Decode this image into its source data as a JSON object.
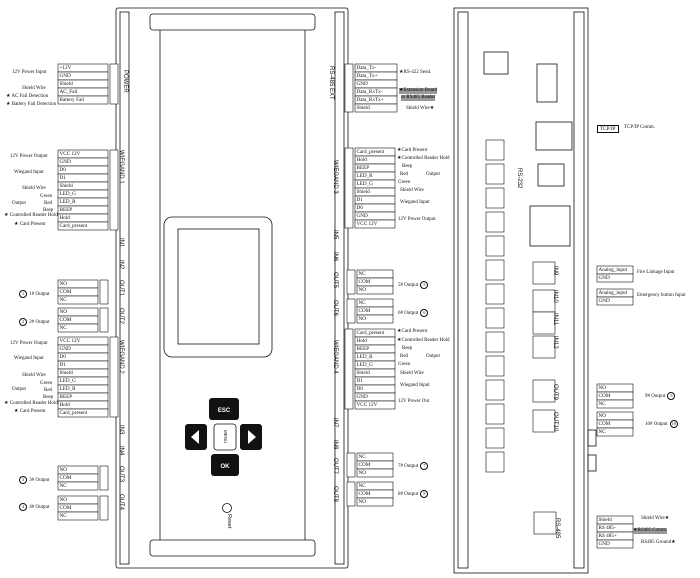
{
  "left_device": {
    "power_block": {
      "terminals": [
        "+12V",
        "GND",
        "Shield",
        "AC_Fail",
        "Battery Fail"
      ],
      "annotations": [
        "12V  Power Input",
        "Shield Wire",
        "AC Fail Detection",
        "Battery Fail Detection"
      ],
      "port_label": "POWER"
    },
    "wiegand1": {
      "terminals": [
        "VCC  12V",
        "GND",
        "D0",
        "D1",
        "Shield",
        "LED_G",
        "LED_R",
        "BEEP",
        "Hold",
        "Card_present"
      ],
      "annotations": [
        "12V  Power Output",
        "Wiegand Input",
        "Shield Wire",
        "Green",
        "Red",
        "Beep",
        "Output",
        "Controlled Reader Hold",
        "Card  Present"
      ],
      "port_label": "WIEGAND 1"
    },
    "in_labels": [
      "IN1",
      "IN2"
    ],
    "out1": {
      "terminals": [
        "NO",
        "COM",
        "NC"
      ],
      "num": "1",
      "annotation": "1# Output",
      "port_label": "OUT1"
    },
    "out2": {
      "terminals": [
        "NO",
        "COM",
        "NC"
      ],
      "num": "2",
      "annotation": "2# Output",
      "port_label": "OUT2"
    },
    "wiegand2": {
      "terminals": [
        "VCC  12V",
        "GND",
        "D0",
        "D1",
        "Shield",
        "LED_G",
        "LED_R",
        "BEEP",
        "Hold",
        "Card_present"
      ],
      "annotations": [
        "12V  Power Output",
        "Wiegand  Input",
        "Shield  Wire",
        "Green",
        "Red",
        "Beep",
        "Output",
        "Controlled Reader Hold",
        "Card   Present"
      ],
      "port_label": "WIEGAND 2"
    },
    "in_labels_b": [
      "IN3",
      "IN4"
    ],
    "out3": {
      "terminals": [
        "NO",
        "COM",
        "NC"
      ],
      "num": "3",
      "annotation": "3# Output",
      "port_label": "OUT3"
    },
    "out4": {
      "terminals": [
        "NO",
        "COM",
        "NC"
      ],
      "num": "4",
      "annotation": "4# Output",
      "port_label": "OUT4"
    },
    "right_side": {
      "rs485": {
        "terminals": [
          "Data_Tx-",
          "Data_Tx+",
          "GND",
          "Data_RxTx-",
          "Data_RxTx+",
          "Shield"
        ],
        "annotations": [
          "RS-422  Send.",
          "Extension Board",
          "or RS485 Reader",
          "Shield  Wire"
        ],
        "port_label": "RS-485  EXT"
      },
      "wiegand3": {
        "terminals": [
          "Card_present",
          "Hold",
          "BEEP",
          "LED_R",
          "LED_G",
          "Shield",
          "D1",
          "D0",
          "GND",
          "VCC  12V"
        ],
        "annotations": [
          "Card  Present",
          "Controlled Reader Hold",
          "Beep",
          "Red",
          "Green",
          "Output",
          "Shield  Wire",
          "Wiegand  Input",
          "12V  Power  Output"
        ],
        "port_label": "WIEGAND 3"
      },
      "in_labels": [
        "IN5",
        "IN6"
      ],
      "out5": {
        "terminals": [
          "NC",
          "COM",
          "NO"
        ],
        "num": "5",
        "annotation": "5# Output",
        "port_label": "OUT5"
      },
      "out6": {
        "terminals": [
          "NC",
          "COM",
          "NO"
        ],
        "num": "6",
        "annotation": "6# Output",
        "port_label": "OUT6"
      },
      "wiegand4": {
        "terminals": [
          "Card_present",
          "Hold",
          "BEEP",
          "LED_R",
          "LED_G",
          "Shield",
          "D1",
          "D0",
          "GND",
          "VCC  12V"
        ],
        "annotations": [
          "Card Present",
          "Controlled Reader Hold",
          "Beep",
          "Red",
          "Green",
          "Output",
          "Shield  Wire",
          "Wiegand  Input",
          "12V  Power  Out"
        ],
        "port_label": "WIEGAND 4"
      },
      "in_labels_b": [
        "IN7",
        "IN8"
      ],
      "out7": {
        "terminals": [
          "NC",
          "COM",
          "NO"
        ],
        "num": "7",
        "annotation": "7# Output",
        "port_label": "OUT7"
      },
      "out8": {
        "terminals": [
          "NC",
          "COM",
          "NO"
        ],
        "num": "8",
        "annotation": "8# Output",
        "port_label": "OUT8"
      }
    },
    "keypad": {
      "esc": "ESC",
      "ok": "OK",
      "menu": "MENU"
    },
    "reset_label": "Reset"
  },
  "right_device": {
    "tcpip": {
      "box": "TCP/IP",
      "annotation": "TCP/IP Comm."
    },
    "rs232_label": "RS-232",
    "in9_label": "IN9",
    "in10_label": "IN10",
    "in11_label": "IN11",
    "in12_label": "IN12",
    "fire": {
      "terminals": [
        "Analog_input",
        "GND"
      ],
      "annotation": "Fire Linkage  Input"
    },
    "emergency": {
      "terminals": [
        "Analog_input",
        "GND"
      ],
      "annotation": "Emergency button  Input"
    },
    "out9": {
      "terminals": [
        "NO",
        "COM",
        "NC"
      ],
      "num": "9",
      "annotation": "9# Output",
      "port_label": "OUT9"
    },
    "out10": {
      "terminals": [
        "NO",
        "COM",
        "NC"
      ],
      "num": "10",
      "annotation": "10# Output",
      "port_label": "OUT10"
    },
    "rs485": {
      "terminals": [
        "Shield",
        "RS 485-",
        "RS 485+",
        "GND"
      ],
      "annotations": [
        "Shield  Wire",
        "RS485  Comm.",
        "RS485 Ground"
      ],
      "port_label": "RS-485"
    }
  }
}
